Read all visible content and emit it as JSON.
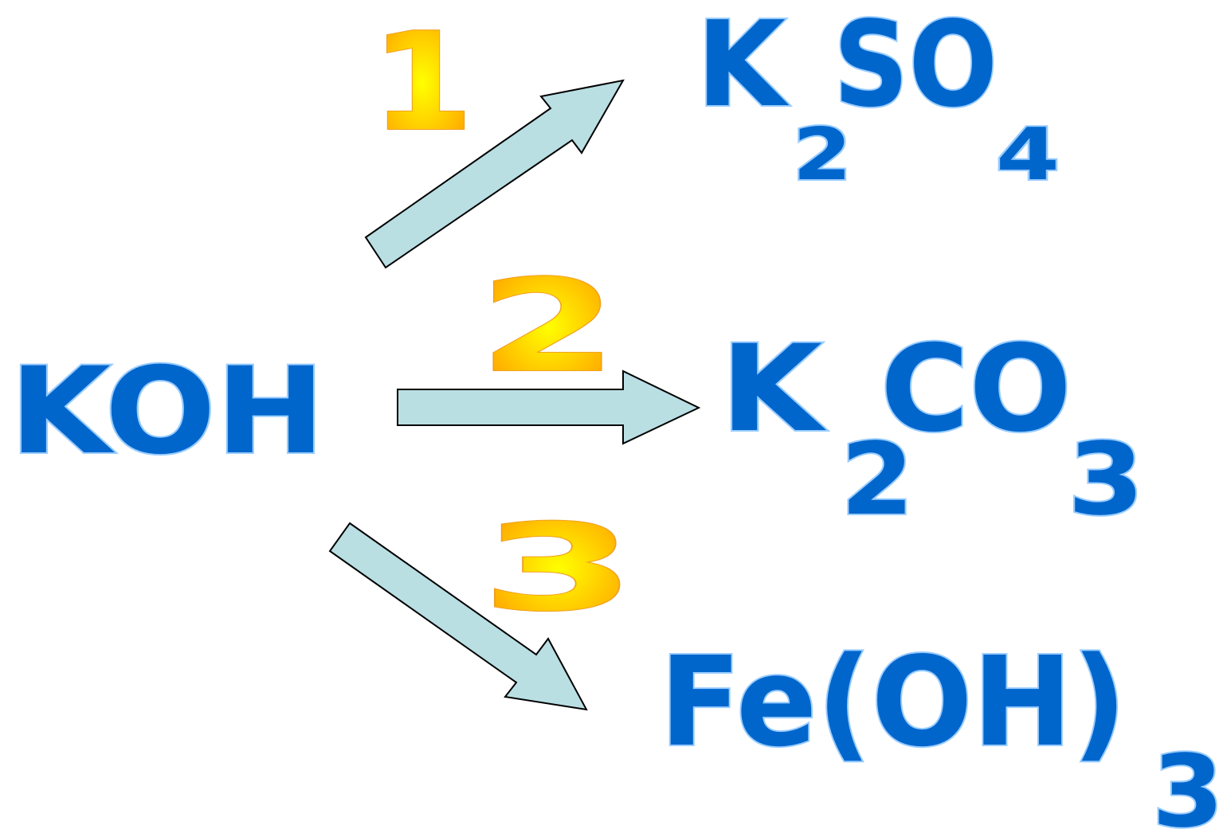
{
  "reactant": "KOH",
  "colors": {
    "formula_fill": "#0066cc",
    "formula_outline": "#99ccff",
    "arrow_fill": "#b9dfe3",
    "number_center": "#ffff00",
    "number_edge": "#ff9900"
  },
  "products": [
    {
      "step": "1",
      "parts": [
        {
          "text": "K",
          "role": "symbol"
        },
        {
          "text": "2",
          "role": "subscript"
        },
        {
          "text": "SO",
          "role": "symbol"
        },
        {
          "text": "4",
          "role": "subscript"
        }
      ]
    },
    {
      "step": "2",
      "parts": [
        {
          "text": "K",
          "role": "symbol"
        },
        {
          "text": "2",
          "role": "subscript"
        },
        {
          "text": "CO",
          "role": "symbol"
        },
        {
          "text": "3",
          "role": "subscript"
        }
      ]
    },
    {
      "step": "3",
      "parts": [
        {
          "text": "Fe(OH)",
          "role": "symbol"
        },
        {
          "text": "3",
          "role": "subscript"
        }
      ]
    }
  ]
}
